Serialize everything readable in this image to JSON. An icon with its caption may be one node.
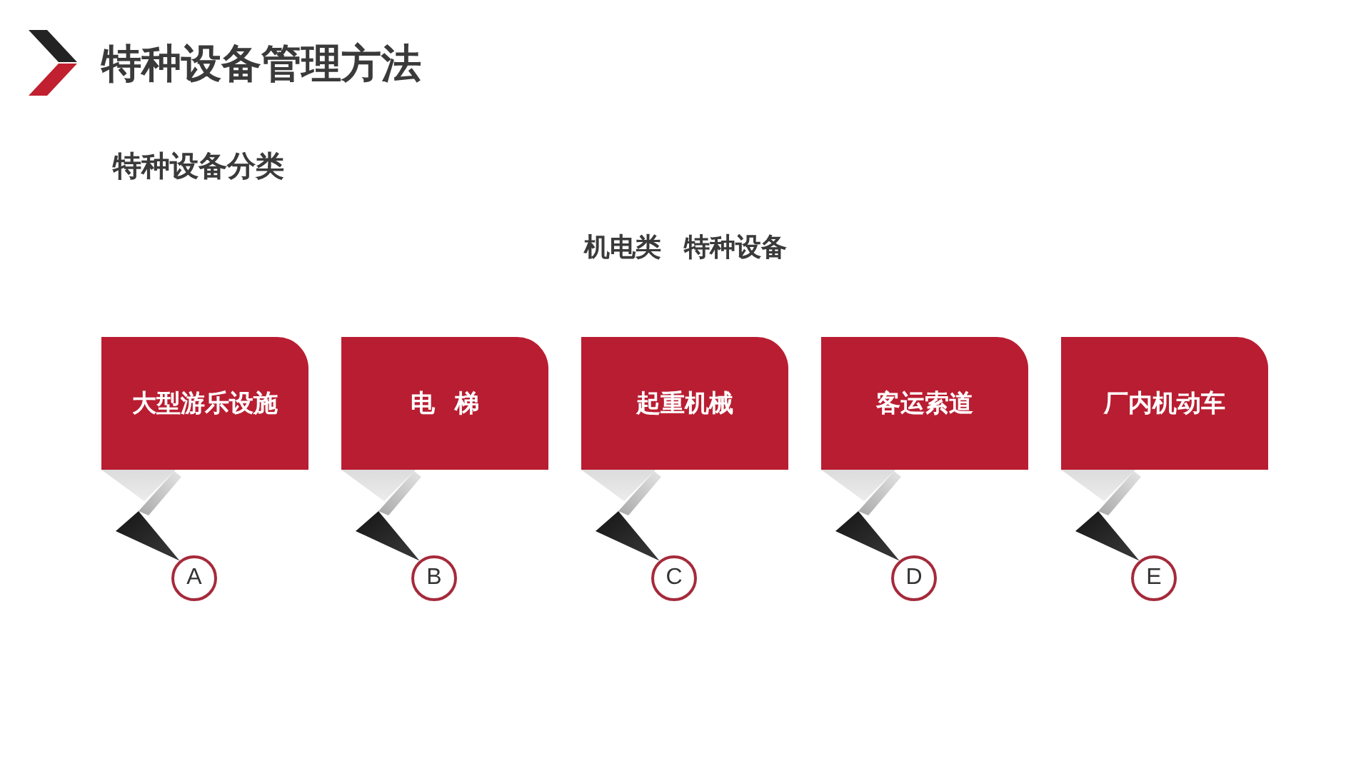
{
  "diagram": {
    "title": "特种设备管理方法",
    "nodes": [
      {
        "text": [
          "大型游乐设施"
        ]
      },
      {
        "text": [
          "电 梯"
        ]
      },
      {
        "text": [
          "起重机械"
        ]
      },
      {
        "text": [
          "客运索道"
        ]
      },
      {
        "text": [
          "厂内机动车"
        ]
      },
      {
        "text": [
          "A"
        ]
      },
      {
        "text": [
          "B"
        ]
      },
      {
        "text": [
          "C"
        ]
      },
      {
        "text": [
          "D"
        ]
      },
      {
        "text": [
          "E"
        ]
      }
    ],
    "edges": [
      {
        "from": 0,
        "to": 5,
        "arrow": "none"
      },
      {
        "from": 1,
        "to": 6,
        "arrow": "none"
      },
      {
        "from": 2,
        "to": 7,
        "arrow": "none"
      },
      {
        "from": 3,
        "to": 8,
        "arrow": "none"
      },
      {
        "from": 4,
        "to": 9,
        "arrow": "none"
      }
    ],
    "labels": [
      "特种设备分类",
      "机电类 特种设备"
    ]
  }
}
